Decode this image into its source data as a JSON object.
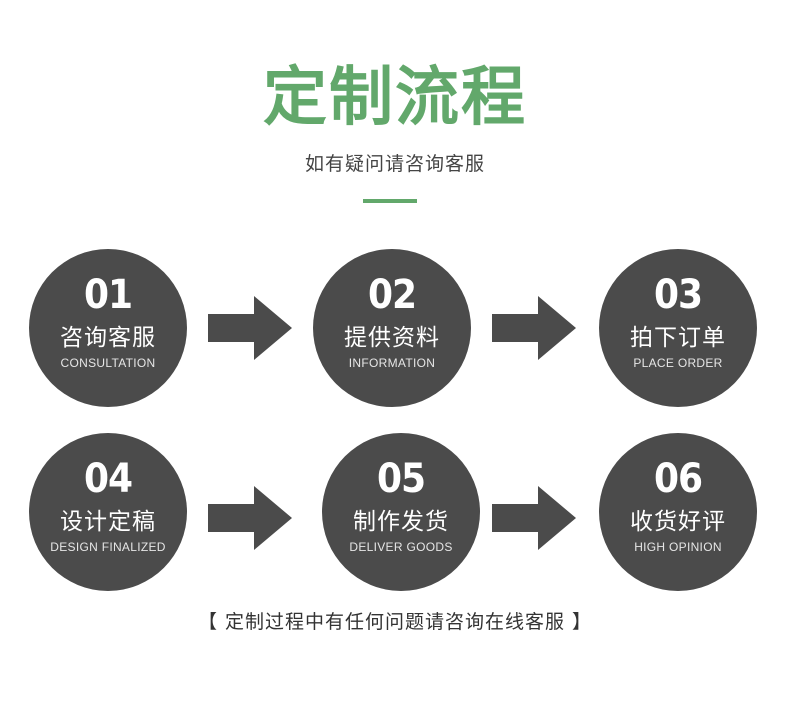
{
  "header": {
    "title": "定制流程",
    "subtitle": "如有疑问请咨询客服"
  },
  "steps": [
    {
      "number": "01",
      "label_cn": "咨询客服",
      "label_en": "CONSULTATION"
    },
    {
      "number": "02",
      "label_cn": "提供资料",
      "label_en": "INFORMATION"
    },
    {
      "number": "03",
      "label_cn": "拍下订单",
      "label_en": "PLACE ORDER"
    },
    {
      "number": "04",
      "label_cn": "设计定稿",
      "label_en": "DESIGN FINALIZED"
    },
    {
      "number": "05",
      "label_cn": "制作发货",
      "label_en": "DELIVER GOODS"
    },
    {
      "number": "06",
      "label_cn": "收货好评",
      "label_en": "HIGH OPINION"
    }
  ],
  "footer": {
    "note": "【 定制过程中有任何问题请咨询在线客服 】"
  },
  "colors": {
    "accent": "#62a86b",
    "circle": "#4b4b4b",
    "text": "#444444"
  }
}
